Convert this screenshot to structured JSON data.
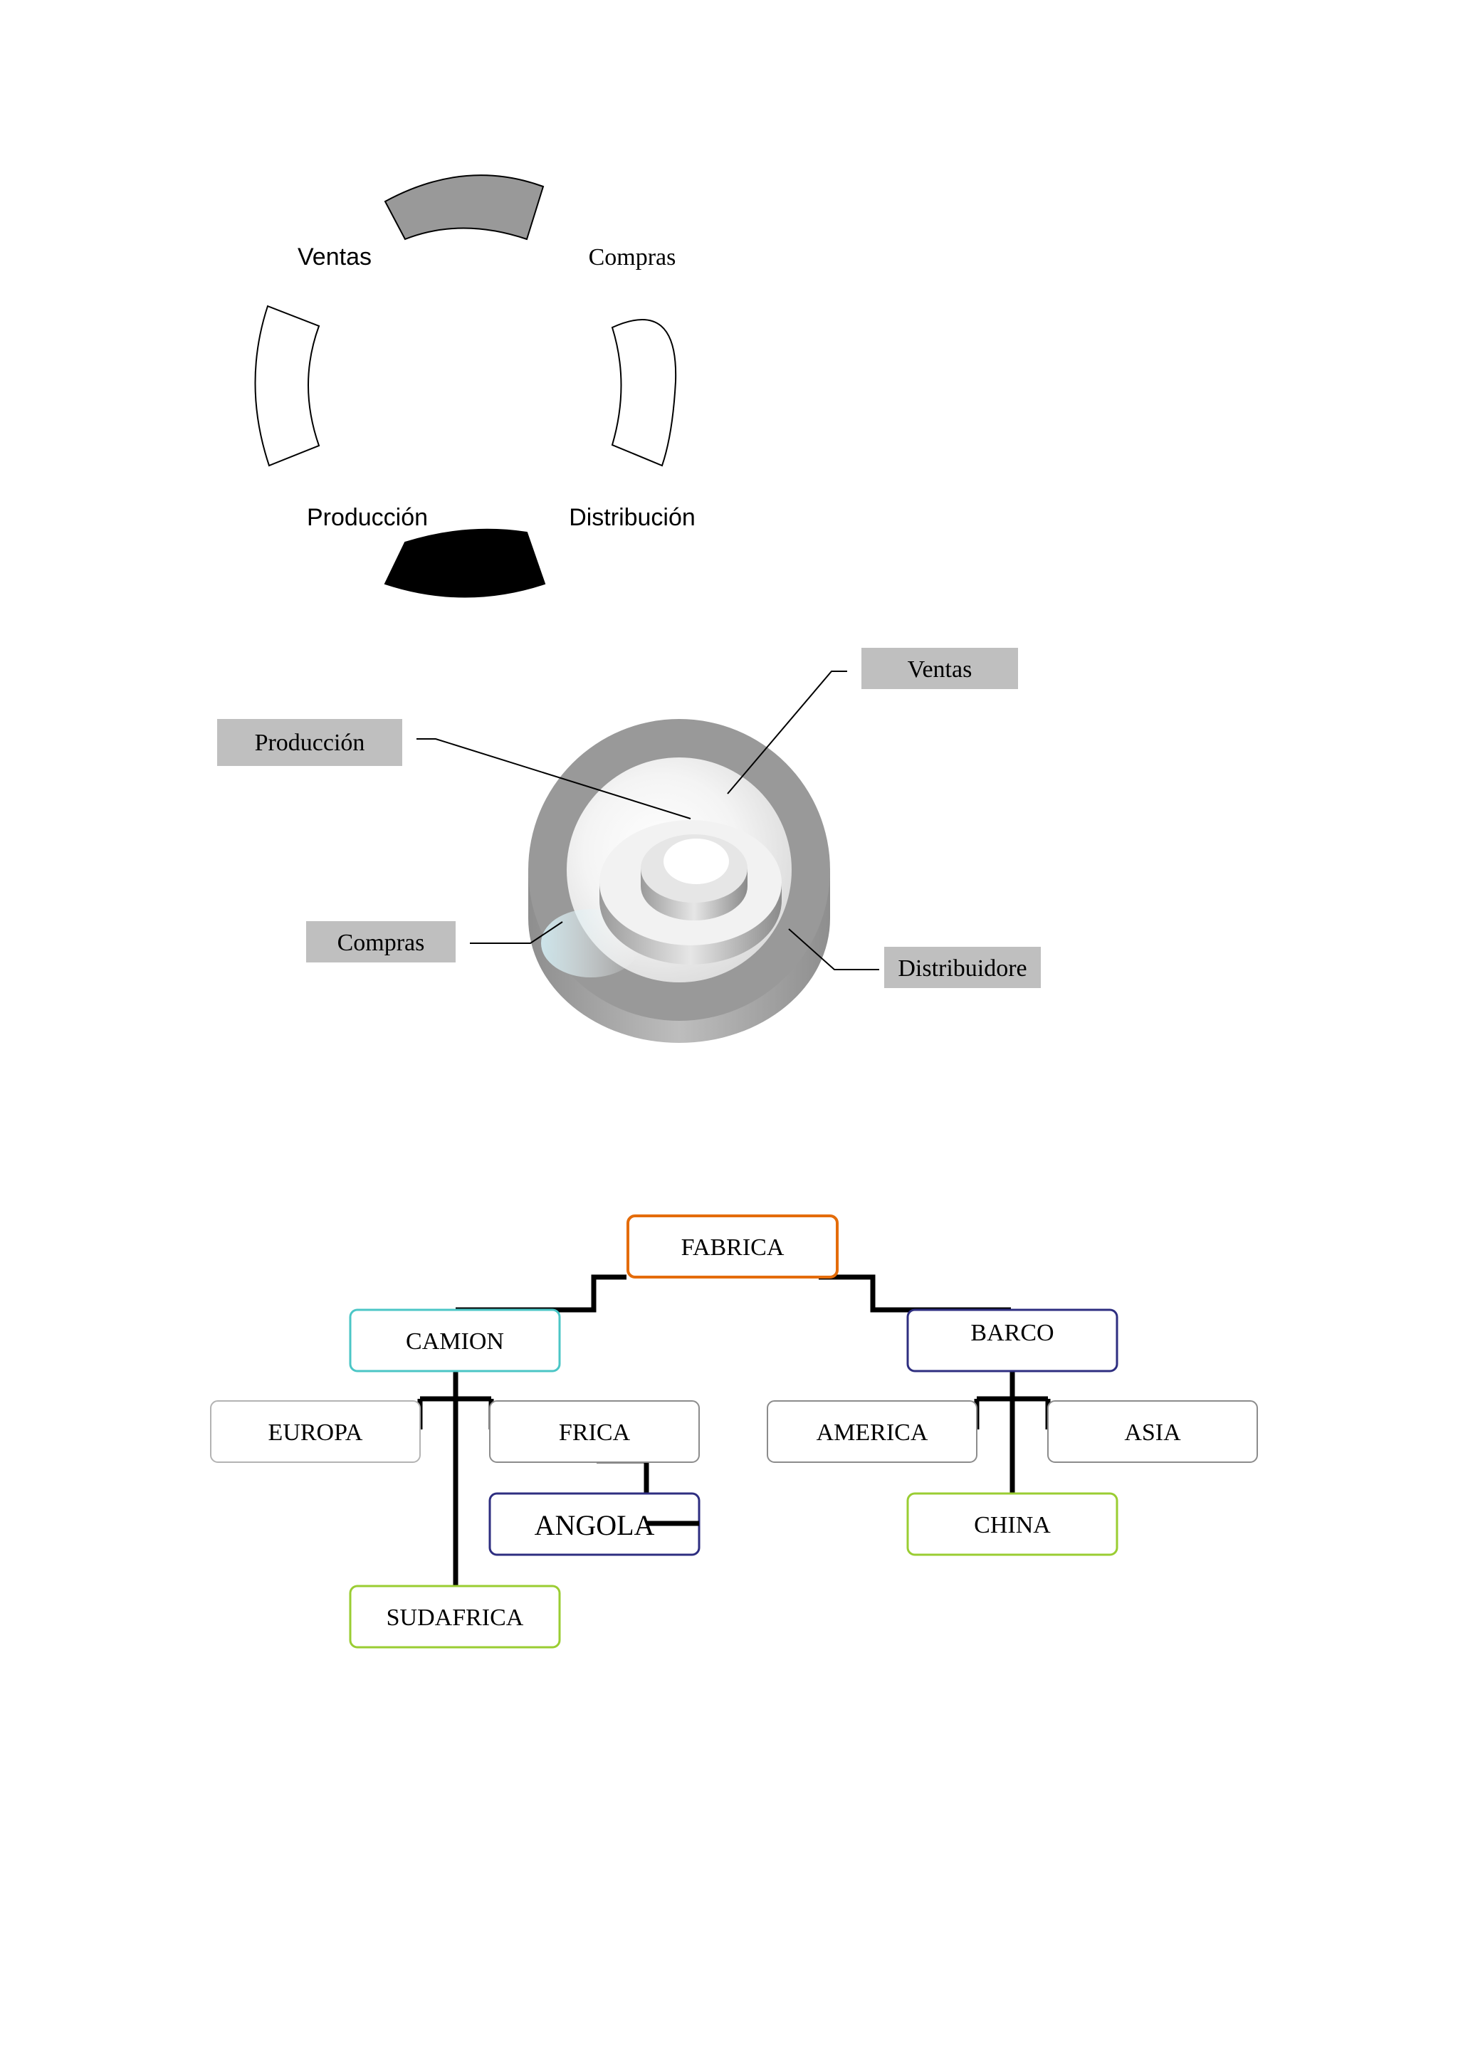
{
  "cycle_diagram": {
    "labels": {
      "top_left": "Ventas",
      "top_right": "Compras",
      "bottom_left": "Producción",
      "bottom_right": "Distribución"
    }
  },
  "target_diagram": {
    "callouts": {
      "ventas": "Ventas",
      "produccion": "Producción",
      "compras": "Compras",
      "distribuidore": "Distribuidore"
    }
  },
  "org_chart": {
    "nodes": {
      "fabrica": "FABRICA",
      "camion": "CAMION",
      "barco": "BARCO",
      "europa": "EUROPA",
      "frica": "FRICA",
      "america": "AMERICA",
      "asia": "ASIA",
      "angola": "ANGOLA",
      "china": "CHINA",
      "sudafrica": "SUDAFRICA"
    },
    "colors": {
      "fabrica": "#e46c0a",
      "camion": "#4bc6c6",
      "barco": "#2e2e80",
      "europa": "#b3b3b3",
      "frica": "#8c8c8c",
      "america": "#8c8c8c",
      "asia": "#8c8c8c",
      "angola": "#2e2e80",
      "china": "#9acd32",
      "sudafrica": "#9acd32"
    }
  }
}
